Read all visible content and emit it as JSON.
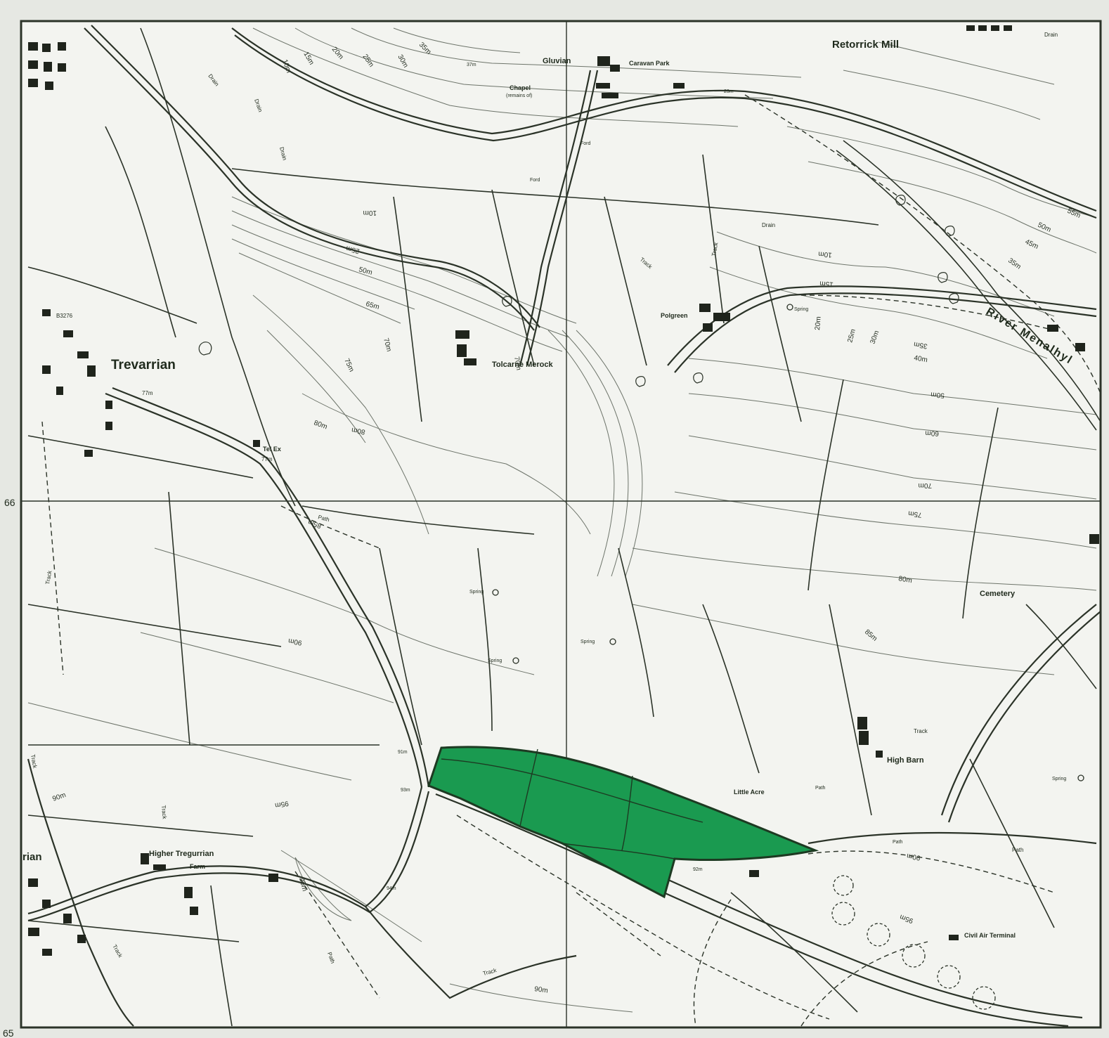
{
  "map": {
    "colors": {
      "paper": "#f3f4f0",
      "ink": "#2b3328",
      "highlight_fill": "#1a9a50",
      "highlight_stroke": "#1d3a22",
      "building": "#1f241c"
    },
    "grid_labels": {
      "northing": "66",
      "corner": "65"
    },
    "places": {
      "trevarrian": "Trevarrian",
      "gluvian": "Gluvian",
      "caravan_park": "Caravan Park",
      "retorrick_mill": "Retorrick Mill",
      "chapel": "Chapel",
      "chapel_note": "(remains of)",
      "tolcarne_merock": "Tolcarne Merock",
      "polgreen": "Polgreen",
      "river_menalhyl": "River Menalhyl",
      "tel_ex": "Tel Ex",
      "cemetery": "Cemetery",
      "high_barn": "High Barn",
      "little_acre": "Little Acre",
      "higher_tregurrian_farm_1": "Higher Tregurrian",
      "higher_tregurrian_farm_2": "Farm",
      "tregurrian_partial": "rian",
      "civil_air_terminal": "Civil Air Terminal"
    },
    "features": {
      "drain": "Drain",
      "ford": "Ford",
      "track": "Track",
      "path": "Path",
      "spring": "Spring",
      "road_ref": "B3276"
    },
    "spot_heights": {
      "h77a": "77m",
      "h77b": "77m",
      "h37": "37m",
      "h92": "92m",
      "h93": "93m",
      "h94": "94m",
      "h91": "91m",
      "h23": "23m"
    },
    "contours": {
      "c10": "10m",
      "c15": "15m",
      "c20": "20m",
      "c25": "25m",
      "c30": "30m",
      "c35": "35m",
      "c40": "40m",
      "c45": "45m",
      "c50": "50m",
      "c55": "55m",
      "c60": "60m",
      "c65": "65m",
      "c70": "70m",
      "c75": "75m",
      "c80": "80m",
      "c85": "85m",
      "c90": "90m",
      "c95": "95m"
    }
  }
}
